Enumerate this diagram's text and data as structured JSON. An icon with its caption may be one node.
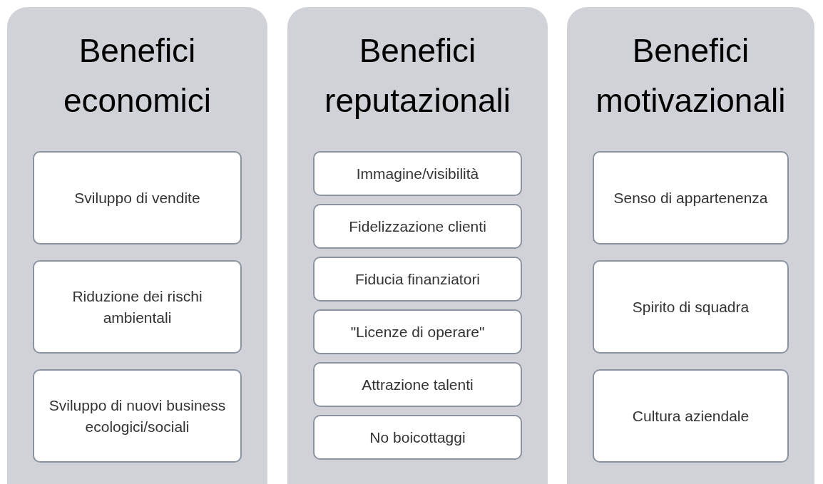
{
  "diagram": {
    "nodes": [
      {
        "text": [
          "Benefici economici"
        ]
      },
      {
        "text": [
          "Sviluppo di vendite"
        ],
        "in": 0
      },
      {
        "text": [
          "Riduzione dei rischi ambientali"
        ],
        "in": 0
      },
      {
        "text": [
          "Sviluppo di nuovi business ecologici/sociali"
        ],
        "in": 0
      },
      {
        "text": [
          "Benefici reputazionali"
        ]
      },
      {
        "text": [
          "Immagine/visibilità"
        ],
        "in": 4
      },
      {
        "text": [
          "Fidelizzazione clienti"
        ],
        "in": 4
      },
      {
        "text": [
          "Fiducia finanziatori"
        ],
        "in": 4
      },
      {
        "text": [
          "\"Licenze di operare\""
        ],
        "in": 4
      },
      {
        "text": [
          "Attrazione talenti"
        ],
        "in": 4
      },
      {
        "text": [
          "No boicottaggi"
        ],
        "in": 4
      },
      {
        "text": [
          "Benefici motivazionali"
        ]
      },
      {
        "text": [
          "Senso di appartenenza"
        ],
        "in": 11
      },
      {
        "text": [
          "Spirito di squadra"
        ],
        "in": 11
      },
      {
        "text": [
          "Cultura aziendale"
        ],
        "in": 11
      }
    ],
    "edges": []
  }
}
